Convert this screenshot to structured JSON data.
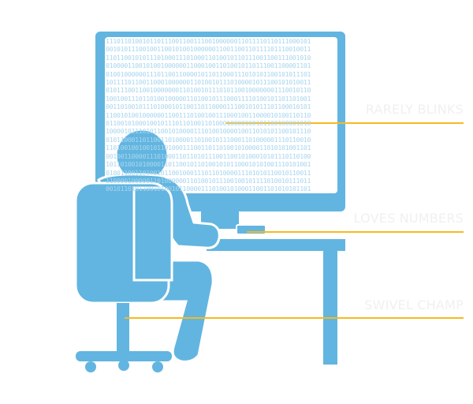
{
  "colors": {
    "figure": "#62b5e0",
    "screen": "#ffffff",
    "binary": "#a9d6ef",
    "callout_line": "#f5b921",
    "label": "#f0f0f0"
  },
  "screen_binary": [
    "11101101001011011100110011100100000011011110110111000101",
    "00101011100100110010100100000011001100110111101110010011",
    "11011001010111010001110100011010010110111001100111001010",
    "01000011001010010000001100010011010010110111001100001101",
    "01001000000111011001100001011011000111010101100101011101",
    "10111101100110001000000110100101110100001011100101010011",
    "01011100110010000000110100101110101100100000001110010110",
    "10010011101101001000001101001011100011110100101101101001",
    "00110100101110100010110011011000011100101011101100010101",
    "11001010010000001100111010010011100010011000010100110110",
    "01100101000100101110110100110100010000100101100100001010",
    "10000101110101100101000011101001000010011010101100101110",
    "01011000110110011010000110100101110001101000001110110010",
    "11010010010010110100011100110110100101000011010101001101",
    "00100110000111010001101101011100110010100010101110110100",
    "10110100101000011011001011010010101100010101001110101001",
    "01001100110100101100100011101101000011101010110010110011",
    "11000010000011010000001101001011100100101111010010111011",
    "00101101011001010010110000111010010100011001101010101101"
  ],
  "callouts": [
    {
      "label": "RARELY BLINKS"
    },
    {
      "label": "LOVES NUMBERS"
    },
    {
      "label": "SWIVEL CHAMP"
    }
  ]
}
